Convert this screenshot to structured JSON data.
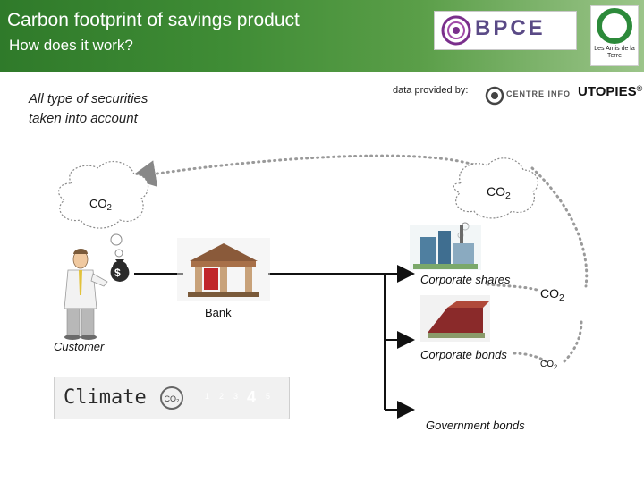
{
  "header": {
    "title": "Carbon footprint of savings product",
    "subtitle": "How does it work?",
    "logo_bpce": "BPCE",
    "logo_amis": "Les Amis de la Terre"
  },
  "securities_note": "All type of securities taken into account",
  "data_provider": {
    "label": "data provided by:",
    "centre": "CENTRE INFO",
    "utopies": "UTOPIES",
    "utopies_mark": "®"
  },
  "co2": {
    "base": "CO",
    "sub": "2"
  },
  "labels": {
    "customer": "Customer",
    "bank": "Bank",
    "corporate_shares": "Corporate shares",
    "corporate_bonds": "Corporate bonds",
    "government_bonds": "Government bonds",
    "dollar": "$"
  },
  "climate": {
    "label": "Climate",
    "scale": [
      "1",
      "2",
      "3",
      "4",
      "5"
    ],
    "selected": "4",
    "scale_colors": [
      "#e8473a",
      "#f08c2c",
      "#f5c02a",
      "#8cc63f",
      "#2e9e46"
    ]
  },
  "colors": {
    "header_green": "#3f8c35",
    "arrow_dot": "#999999"
  }
}
